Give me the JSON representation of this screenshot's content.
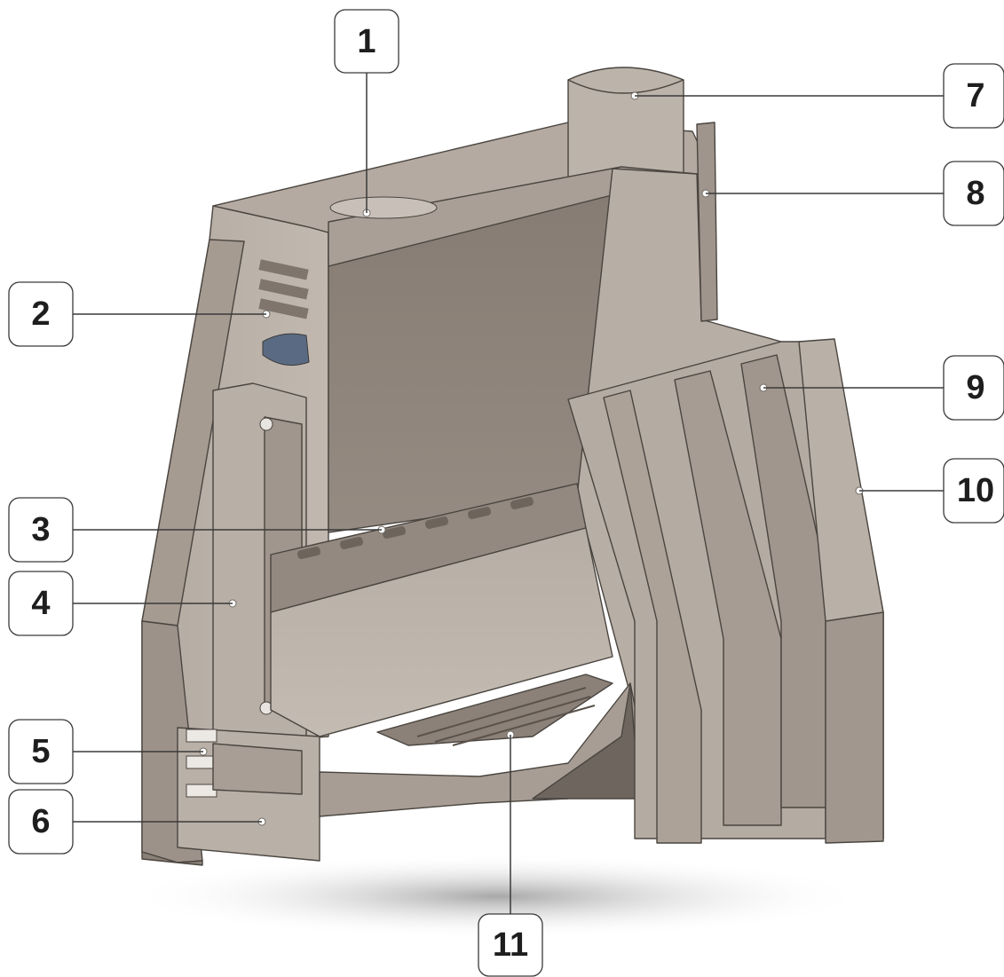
{
  "callouts": [
    {
      "label": "1"
    },
    {
      "label": "2"
    },
    {
      "label": "3"
    },
    {
      "label": "4"
    },
    {
      "label": "5"
    },
    {
      "label": "6"
    },
    {
      "label": "7"
    },
    {
      "label": "8"
    },
    {
      "label": "9"
    },
    {
      "label": "10"
    },
    {
      "label": "11"
    }
  ],
  "colors": {
    "metal_light": "#b9afa6",
    "metal_mid": "#a79d93",
    "metal_dark": "#7d746b",
    "interior_back": "#8b8178",
    "shadow": "#c9c9c9"
  }
}
